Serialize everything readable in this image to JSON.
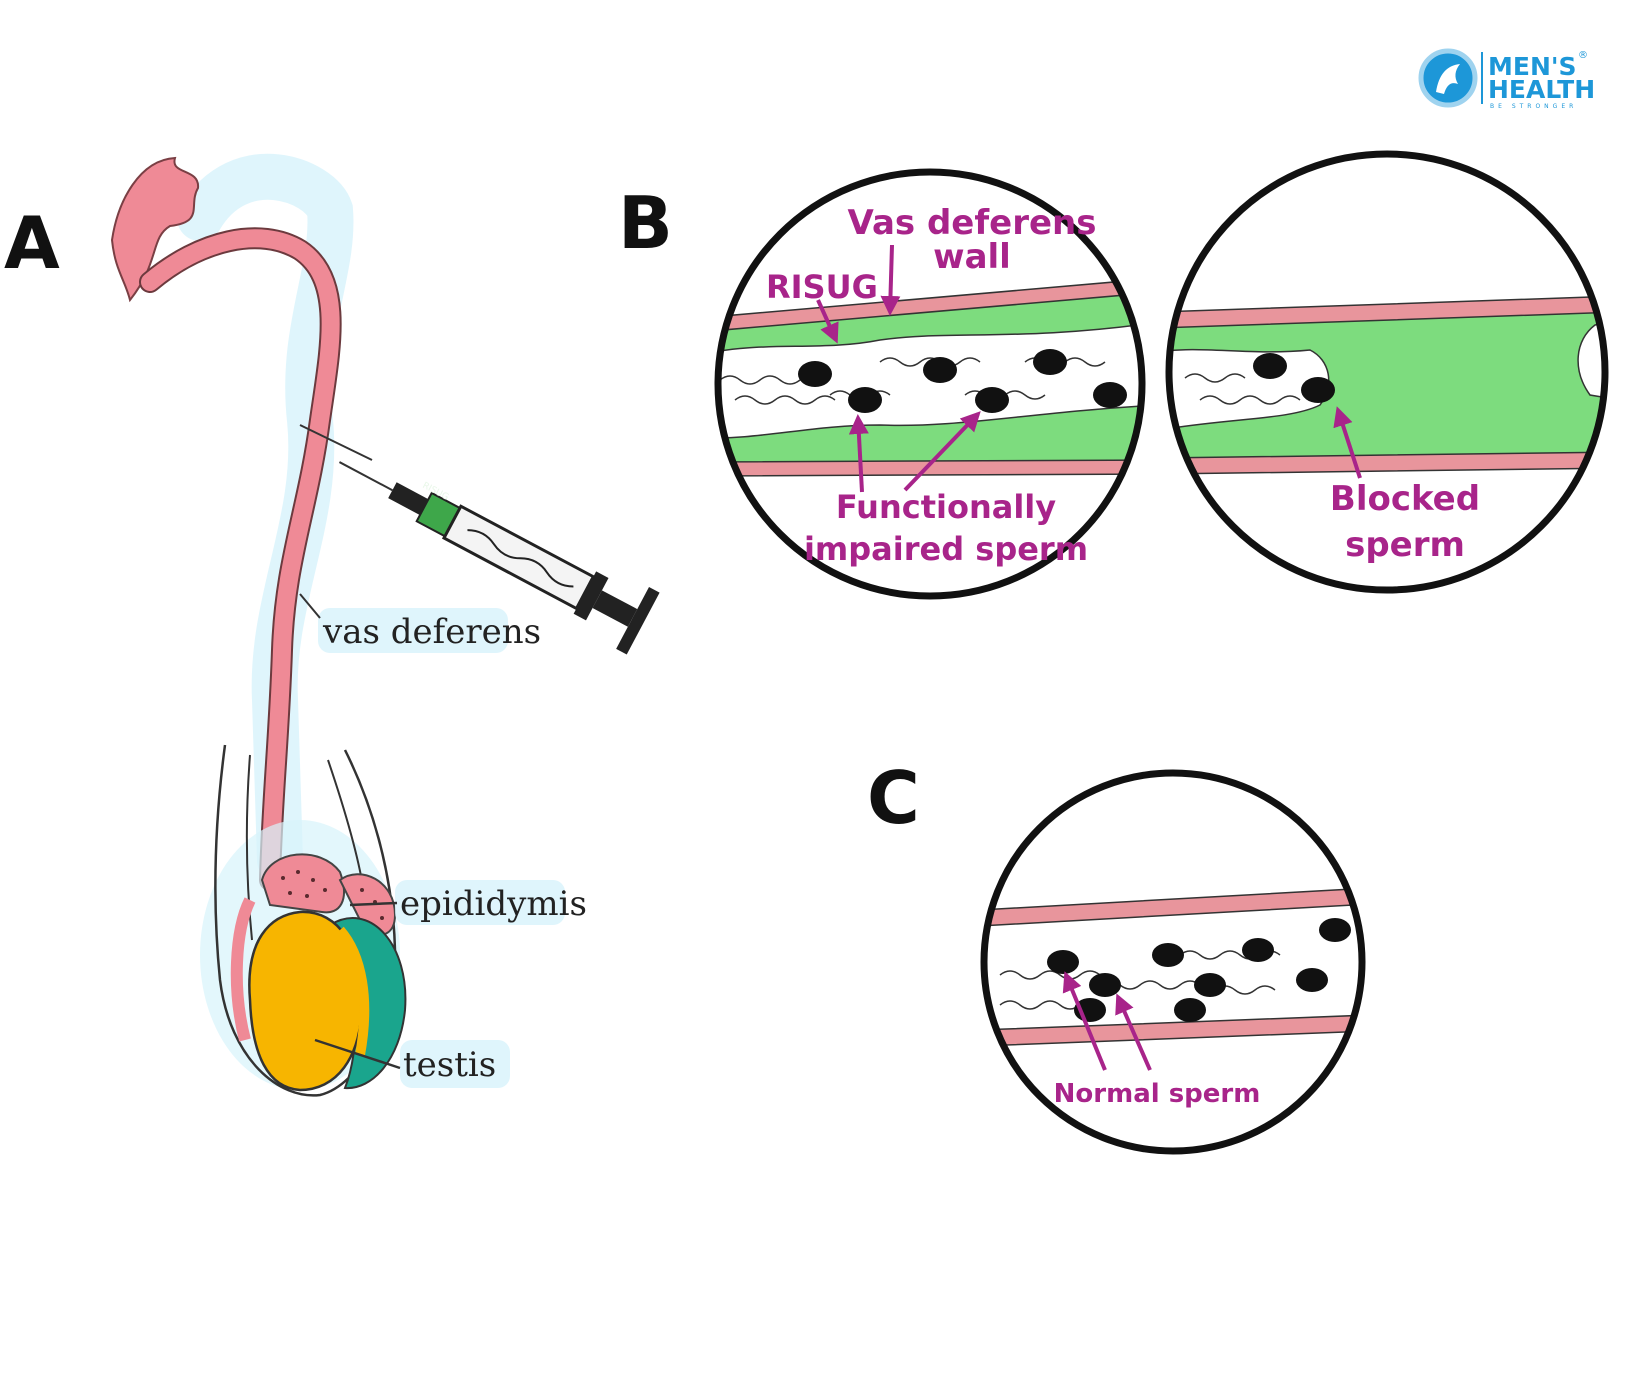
{
  "logo": {
    "line1": "MEN'S",
    "line2": "HEALTH",
    "tagline": "BE STRONGER",
    "registered": "®",
    "brand_color": "#1d97d8"
  },
  "panel_a": {
    "letter": "A",
    "labels": {
      "vas_deferens": "vas deferens",
      "epididymis": "epididymis",
      "testis": "testis"
    },
    "syringe_label": "RISUG"
  },
  "panel_b": {
    "letter": "B",
    "left_circle": {
      "vas_wall_line1": "Vas deferens",
      "vas_wall_line2": "wall",
      "risug": "RISUG",
      "impaired_line1": "Functionally",
      "impaired_line2": "impaired sperm"
    },
    "right_circle": {
      "blocked_line1": "Blocked",
      "blocked_line2": "sperm"
    }
  },
  "panel_c": {
    "letter": "C",
    "normal": "Normal sperm"
  },
  "colors": {
    "wall_pink": "#e8959c",
    "gel_green": "#7ddc7e",
    "label_magenta": "#a8248a",
    "testis_yellow": "#f7b500",
    "tunica_teal": "#1aa58d",
    "glow": "#d7f3fb"
  }
}
